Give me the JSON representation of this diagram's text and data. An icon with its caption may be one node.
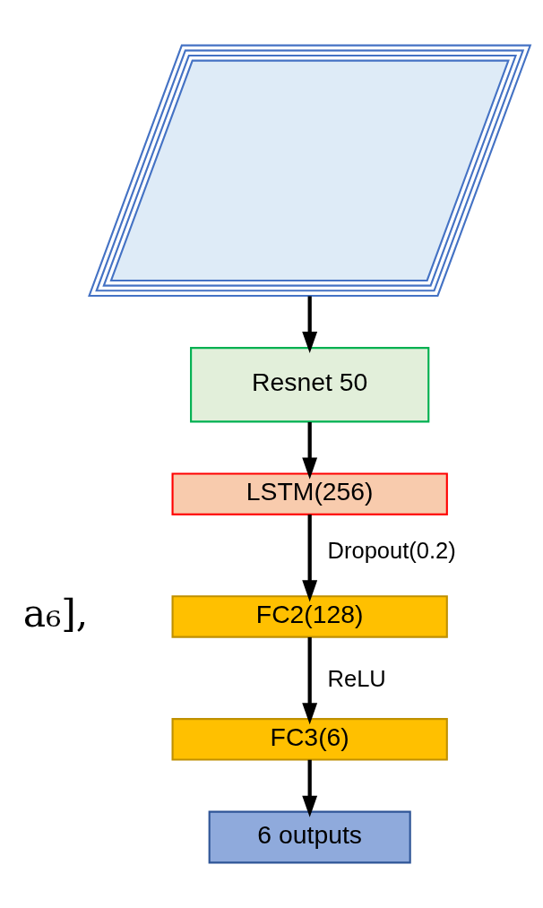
{
  "diagram": {
    "nodes": [
      {
        "text": [],
        "shape": "parallelogram"
      },
      {
        "text": [
          "Resnet 50"
        ]
      },
      {
        "text": [
          "LSTM(256)"
        ]
      },
      {
        "text": [
          "FC2(128)"
        ]
      },
      {
        "text": [
          "FC3(6)"
        ]
      },
      {
        "text": [
          "6 outputs"
        ]
      }
    ],
    "edges": [
      {
        "from": 0,
        "to": 1,
        "arrow": "to"
      },
      {
        "from": 1,
        "to": 2,
        "arrow": "to"
      },
      {
        "from": 2,
        "to": 3,
        "arrow": "to",
        "label": "Dropout(0.2)"
      },
      {
        "from": 3,
        "to": 4,
        "arrow": "to",
        "label": "ReLU"
      },
      {
        "from": 4,
        "to": 5,
        "arrow": "to"
      }
    ],
    "labels": [
      "a₆],"
    ]
  }
}
